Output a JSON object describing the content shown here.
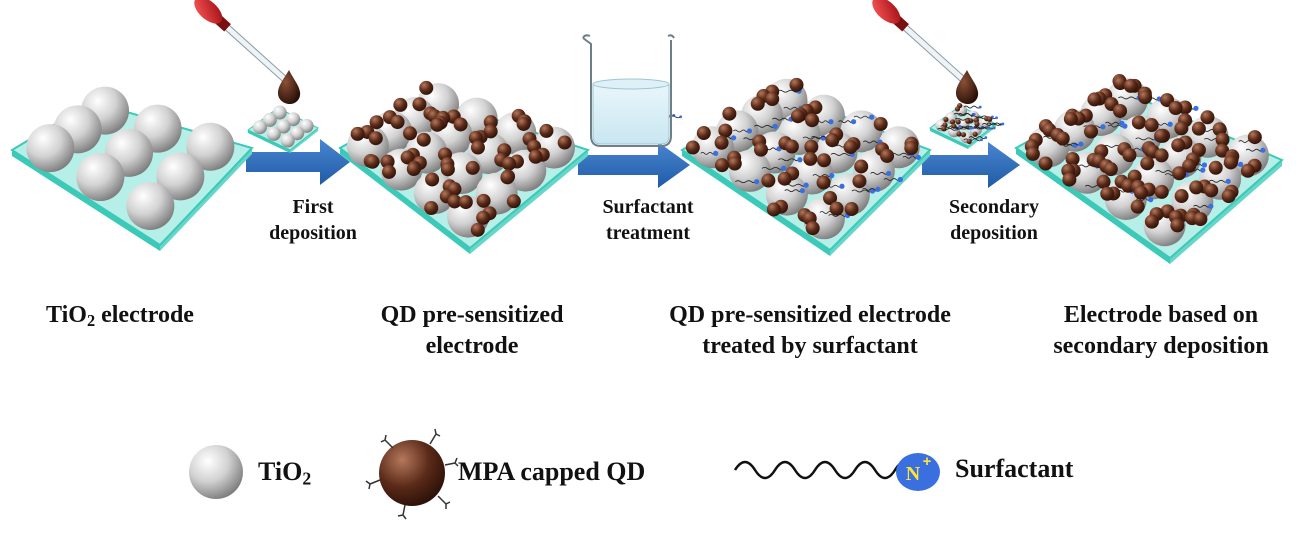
{
  "stages": [
    {
      "id": "tio2",
      "label_main": "TiO",
      "label_sub": "2",
      "label_rest": " electrode"
    },
    {
      "id": "presens",
      "line1": "QD pre-sensitized",
      "line2": "electrode"
    },
    {
      "id": "treated",
      "line1": "QD pre-sensitized electrode",
      "line2": "treated by surfactant"
    },
    {
      "id": "secondary",
      "line1": "Electrode based on",
      "line2": "secondary deposition"
    }
  ],
  "steps": [
    {
      "id": "first",
      "line1": "First",
      "line2": "deposition"
    },
    {
      "id": "surf",
      "line1": "Surfactant",
      "line2": "treatment"
    },
    {
      "id": "second",
      "line1": "Secondary",
      "line2": "deposition"
    }
  ],
  "legend": {
    "tio2": {
      "main": "TiO",
      "sub": "2"
    },
    "qd": "MPA capped QD",
    "surfactant": "Surfactant",
    "surfactant_head": "N",
    "surfactant_charge": "+"
  },
  "colors": {
    "arrow": "#2e6bb8",
    "glass": "#a8ece4",
    "glass_edge": "#3cc9b8",
    "qd": "#5a2a18",
    "surfactant_head": "#3a6fe0",
    "surfactant_symbol": "#ffe23a",
    "pipette_bulb": "#c8141c"
  }
}
